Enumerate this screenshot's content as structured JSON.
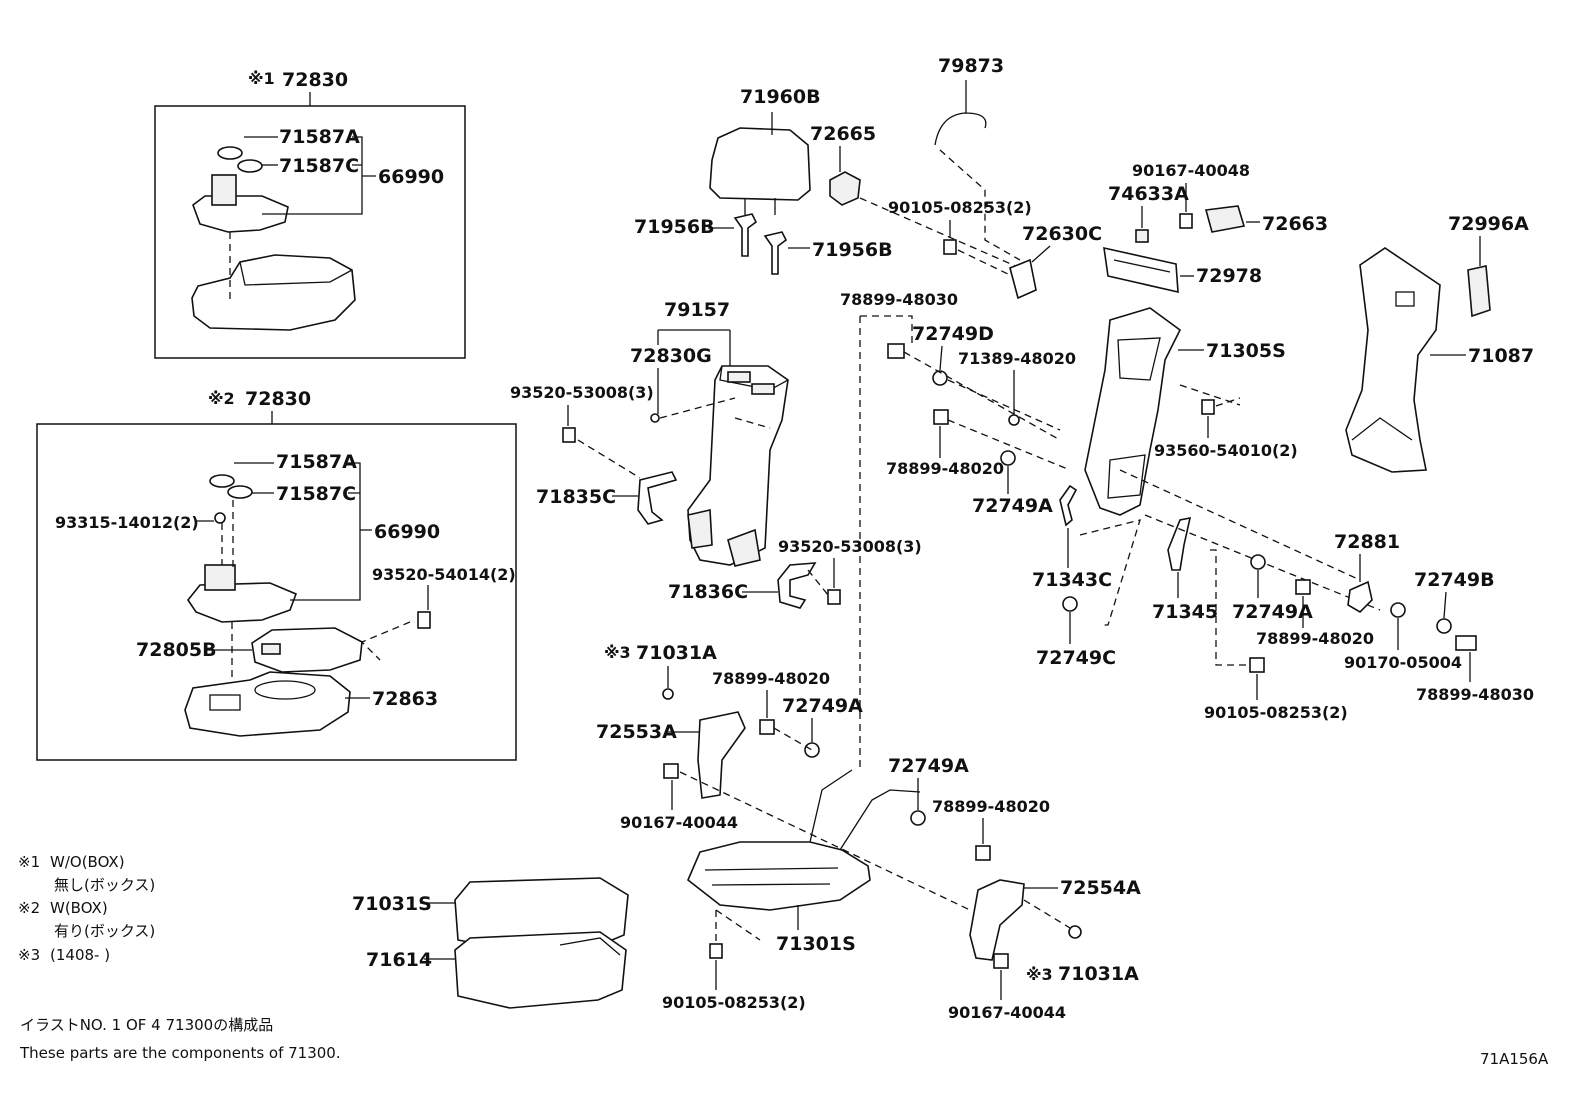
{
  "diagram_id": "71A156A",
  "footer": {
    "line1": "イラストNO.  1  OF 4   71300の構成品",
    "line2": "These parts are the components of 71300."
  },
  "notes": [
    {
      "mark": "※1",
      "text": "W/O(BOX)",
      "sub": "無し(ボックス)"
    },
    {
      "mark": "※2",
      "text": "W(BOX)",
      "sub": "有り(ボックス)"
    },
    {
      "mark": "※3",
      "text": "(1408-        )"
    }
  ],
  "box1": {
    "title": "72830",
    "mark": "※1",
    "labels": [
      "71587A",
      "71587C",
      "66990"
    ]
  },
  "box2": {
    "title": "72830",
    "mark": "※2",
    "labels": [
      "71587A",
      "71587C",
      "66990",
      "93315-14012(2)",
      "93520-54014(2)",
      "72805B",
      "72863"
    ]
  },
  "parts": {
    "p71960B": "71960B",
    "p72665": "72665",
    "p79873": "79873",
    "p90105_top": "90105-08253(2)",
    "p72630C": "72630C",
    "p90167_40048": "90167-40048",
    "p74633A": "74633A",
    "p72663": "72663",
    "p72978": "72978",
    "p72996A": "72996A",
    "p71956B_l": "71956B",
    "p71956B_r": "71956B",
    "p79157": "79157",
    "p72830G": "72830G",
    "p93520_53008_a": "93520-53008(3)",
    "p71835C": "71835C",
    "p93520_53008_b": "93520-53008(3)",
    "p71836C": "71836C",
    "p78899_48030_a": "78899-48030",
    "p72749D": "72749D",
    "p71389": "71389-48020",
    "p71305S": "71305S",
    "p71087": "71087",
    "p93560": "93560-54010(2)",
    "p78899_48020_a": "78899-48020",
    "p72749A_a": "72749A",
    "p71343C": "71343C",
    "p72749C": "72749C",
    "p71345": "71345",
    "p72749A_b": "72749A",
    "p72881": "72881",
    "p72749B": "72749B",
    "p78899_48020_b": "78899-48020",
    "p90170": "90170-05004",
    "p78899_48030_b": "78899-48030",
    "p90105_mid": "90105-08253(2)",
    "p71031A_top": "71031A",
    "p71031A_mark_top": "※3",
    "p78899_48020_c": "78899-48020",
    "p72749A_c": "72749A",
    "p72553A": "72553A",
    "p90167_40044_a": "90167-40044",
    "p72749A_d": "72749A",
    "p78899_48020_d": "78899-48020",
    "p72554A": "72554A",
    "p71031A_bot": "71031A",
    "p71031A_mark_bot": "※3",
    "p90167_40044_b": "90167-40044",
    "p71301S": "71301S",
    "p90105_bot": "90105-08253(2)",
    "p71031S": "71031S",
    "p71614": "71614"
  }
}
